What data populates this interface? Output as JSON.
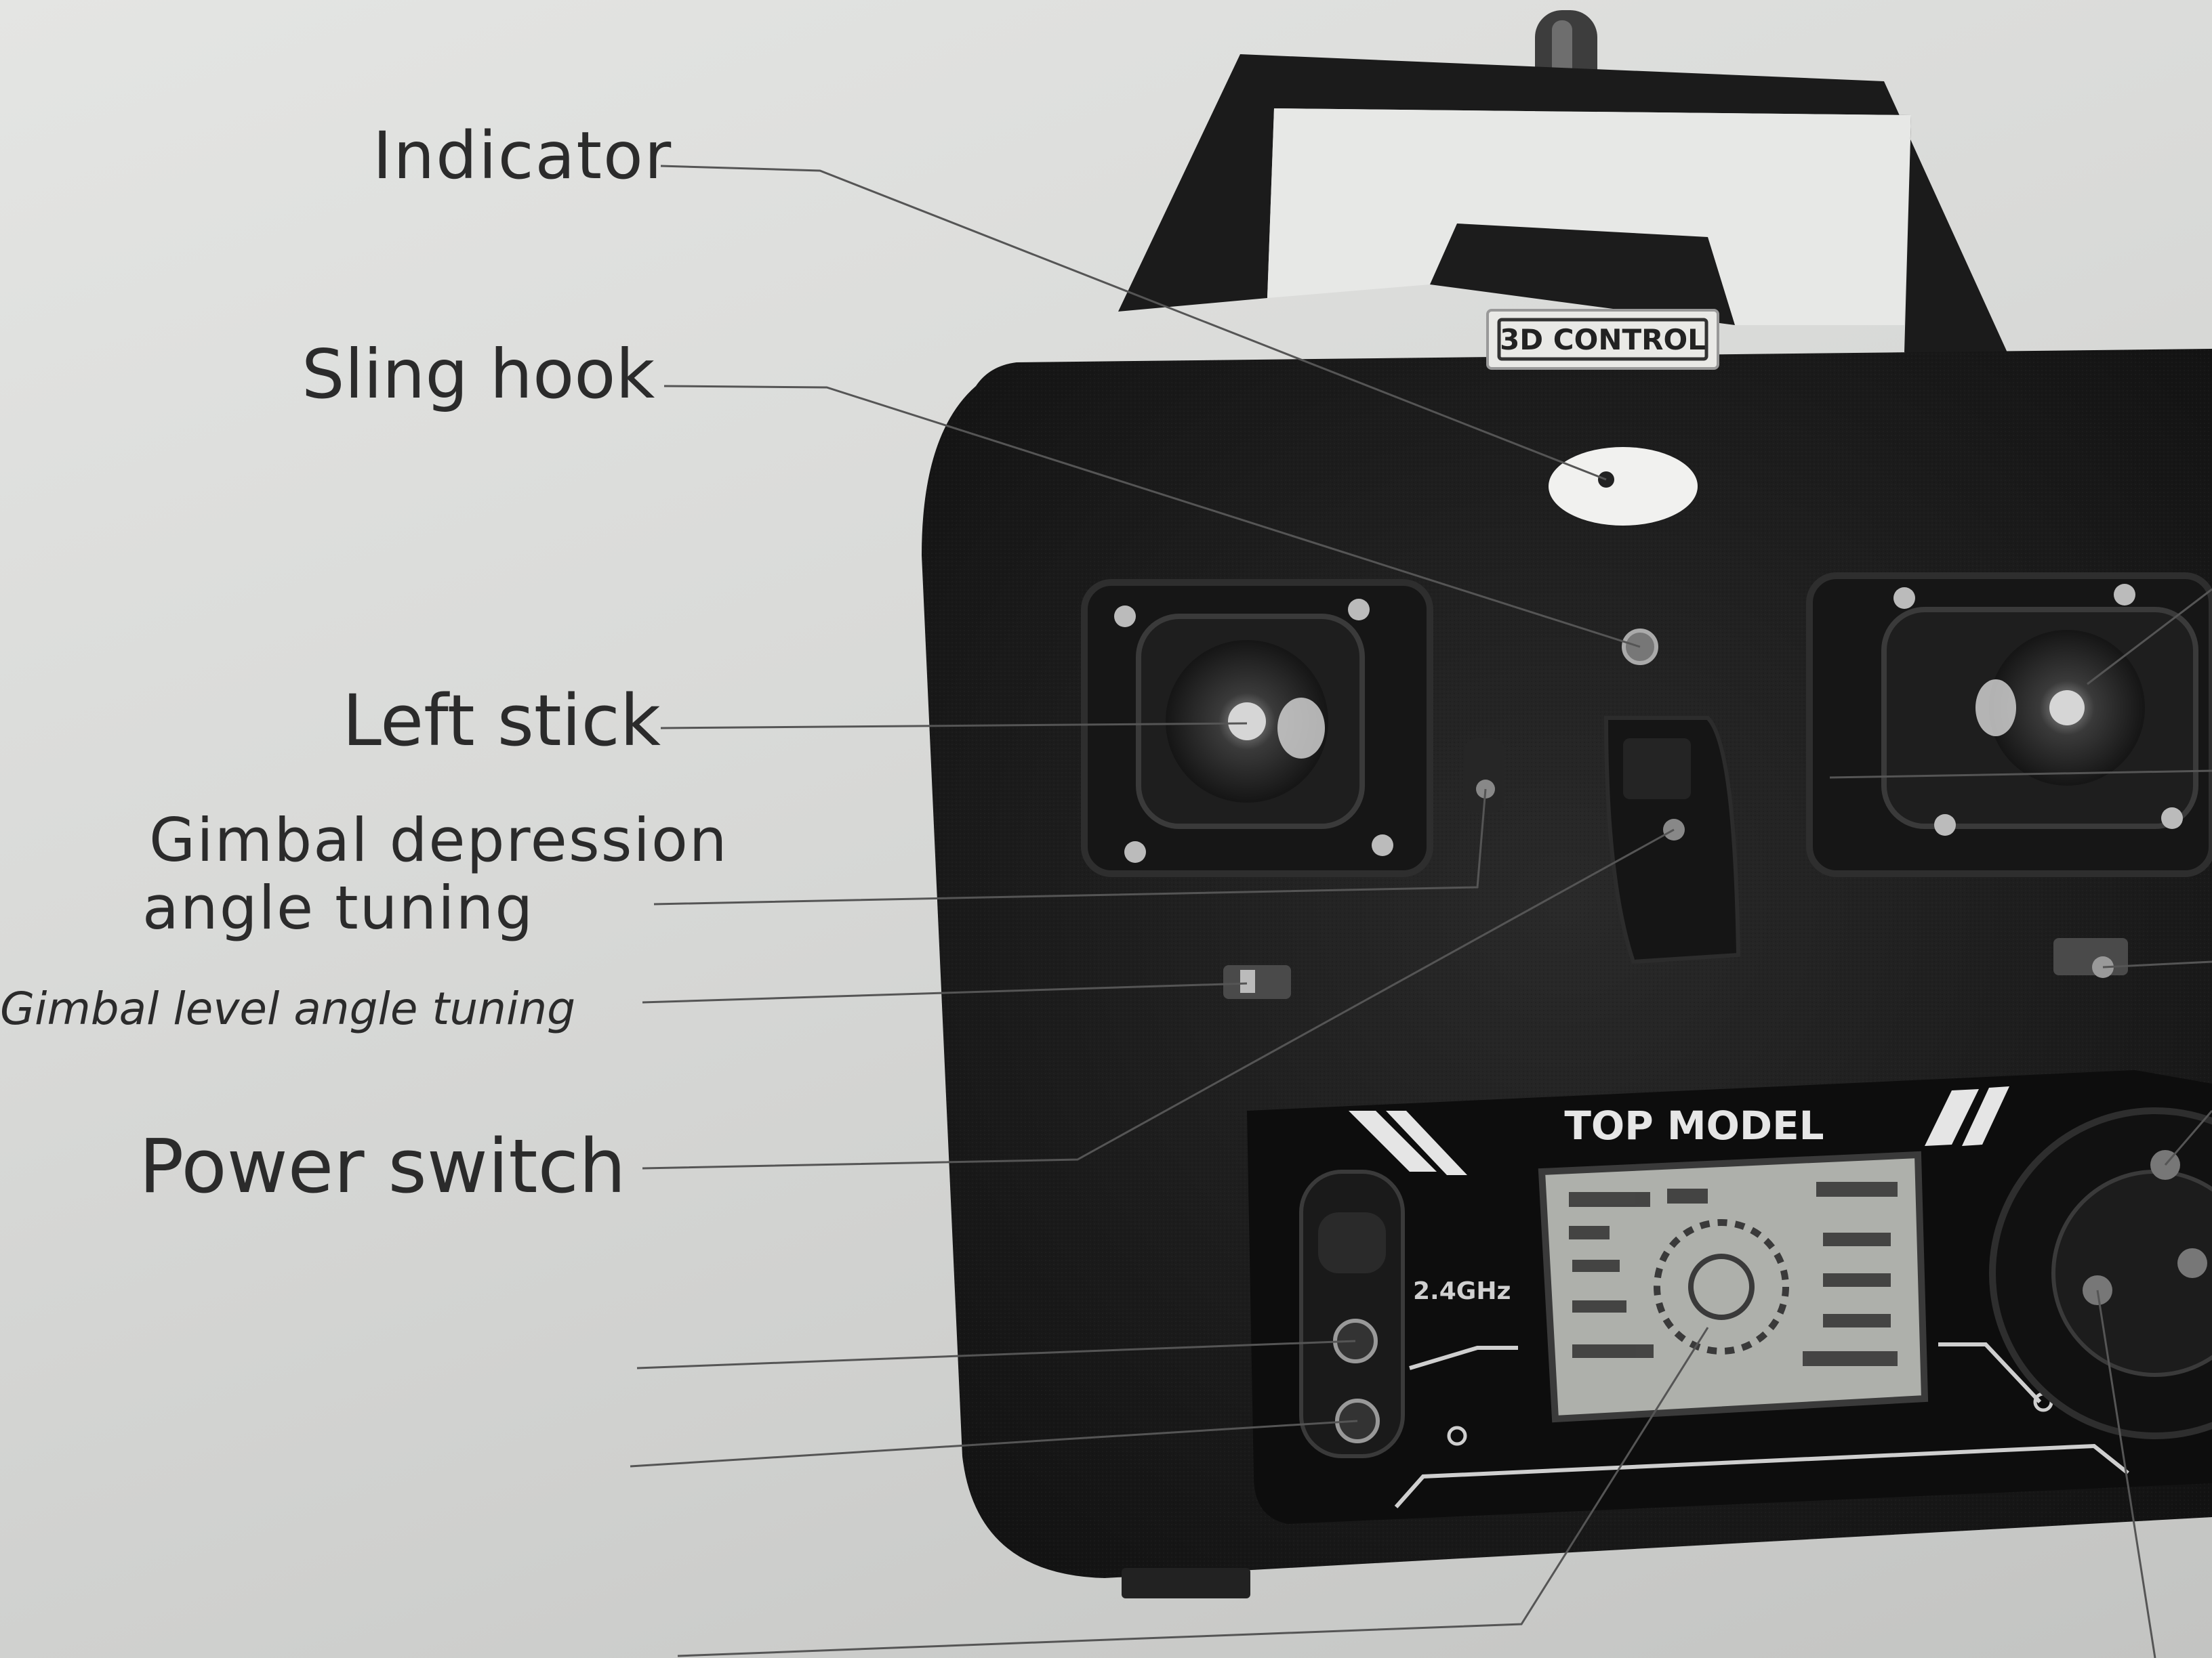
{
  "labels": {
    "indicator": "Indicator",
    "sling_hook": "Sling hook",
    "left_stick": "Left stick",
    "gimbal_depression_line1": "Gimbal depression",
    "gimbal_depression_line2": "angle tuning",
    "gimbal_level": "Gimbal level angle tuning",
    "power_switch": "Power switch"
  },
  "device": {
    "logo_text": "3D CONTROL",
    "brand_text": "TOP MODEL",
    "band_text": "2.4GHz"
  },
  "colors": {
    "paper": "#dcdddb",
    "body": "#1c1c1c",
    "leader_line": "#5a5a5a",
    "lcd": "#b9bbb6"
  }
}
